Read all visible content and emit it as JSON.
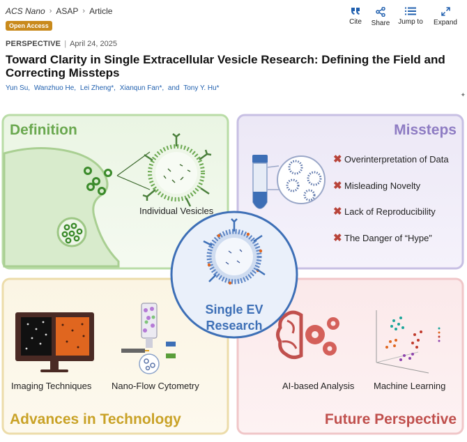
{
  "breadcrumb": {
    "journal": "ACS Nano",
    "section": "ASAP",
    "page": "Article"
  },
  "badge": "Open Access",
  "actions": [
    {
      "label": "Cite",
      "icon": "quote-icon"
    },
    {
      "label": "Share",
      "icon": "share-icon"
    },
    {
      "label": "Jump to",
      "icon": "list-icon"
    },
    {
      "label": "Expand",
      "icon": "expand-icon"
    }
  ],
  "article": {
    "type": "PERSPECTIVE",
    "date": "April 24, 2025",
    "title": "Toward Clarity in Single Extracellular Vesicle Research: Defining the Field and Correcting Missteps",
    "authors": [
      "Yun Su,",
      "Wanzhuo He,",
      "Lei Zheng*,",
      "Xianqun Fan*,",
      "and",
      "Tony Y. Hu*"
    ]
  },
  "toc": {
    "definition": {
      "heading": "Definition",
      "label": "Individual Vesicles"
    },
    "missteps": {
      "heading": "Missteps",
      "items": [
        "Overinterpretation of Data",
        "Misleading Novelty",
        "Lack of Reproducibility",
        "The Danger of “Hype”"
      ]
    },
    "center": {
      "line1": "Single EV",
      "line2": "Research"
    },
    "technology": {
      "heading": "Advances in Technology",
      "label1": "Imaging Techniques",
      "label2": "Nano-Flow Cytometry"
    },
    "future": {
      "heading": "Future Perspective",
      "label1": "AI-based Analysis",
      "label2": "Machine Learning"
    },
    "colors": {
      "green": "#6aa84f",
      "purple": "#8e7cc3",
      "gold": "#c9a227",
      "red": "#c0504d",
      "blue": "#3d6fb6"
    }
  }
}
